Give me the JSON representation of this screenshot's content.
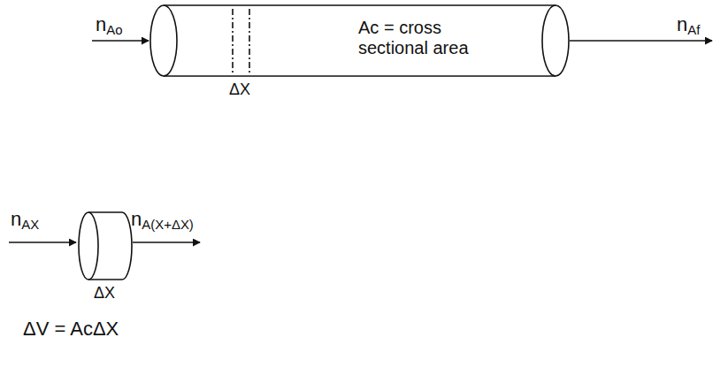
{
  "diagram": {
    "nodes": [
      {
        "text": [
          "Ac = cross sectional area"
        ]
      }
    ],
    "labels": [
      "nAo",
      "nAf",
      "ΔX",
      "nAX",
      "nA(X+ΔX)",
      "ΔX",
      "ΔV = AcΔX"
    ]
  }
}
